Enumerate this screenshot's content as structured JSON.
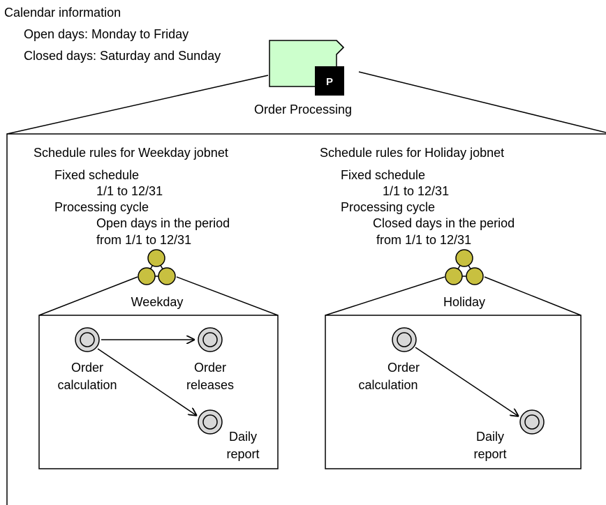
{
  "calendar": {
    "heading": "Calendar information",
    "open_days": "Open days: Monday to Friday",
    "closed_days": "Closed days: Saturday and Sunday"
  },
  "root_jobnet": {
    "icon": "planning-jobnet-icon",
    "badge": "P",
    "label": "Order Processing",
    "fill_color": "#ccffcc"
  },
  "weekday": {
    "heading": "Schedule rules for Weekday jobnet",
    "fixed_schedule_label": "Fixed schedule",
    "fixed_schedule_value": "1/1 to 12/31",
    "cycle_label": "Processing cycle",
    "cycle_line1": "Open days in the period",
    "cycle_line2": "from 1/1 to 12/31",
    "jobnet_icon": "jobnet-icon",
    "jobnet_label": "Weekday",
    "jobs": {
      "calculation_line1": "Order",
      "calculation_line2": "calculation",
      "releases_line1": "Order",
      "releases_line2": "releases",
      "report_line1": "Daily",
      "report_line2": "report"
    }
  },
  "holiday": {
    "heading": "Schedule rules for Holiday jobnet",
    "fixed_schedule_label": "Fixed schedule",
    "fixed_schedule_value": "1/1 to 12/31",
    "cycle_label": "Processing cycle",
    "cycle_line1": "Closed days in the period",
    "cycle_line2": "from 1/1 to 12/31",
    "jobnet_icon": "jobnet-icon",
    "jobnet_label": "Holiday",
    "jobs": {
      "calculation_line1": "Order",
      "calculation_line2": "calculation",
      "report_line1": "Daily",
      "report_line2": "report"
    }
  },
  "colors": {
    "jobnet_circle": "#c8c040",
    "job_icon": "#d8d8d8"
  }
}
